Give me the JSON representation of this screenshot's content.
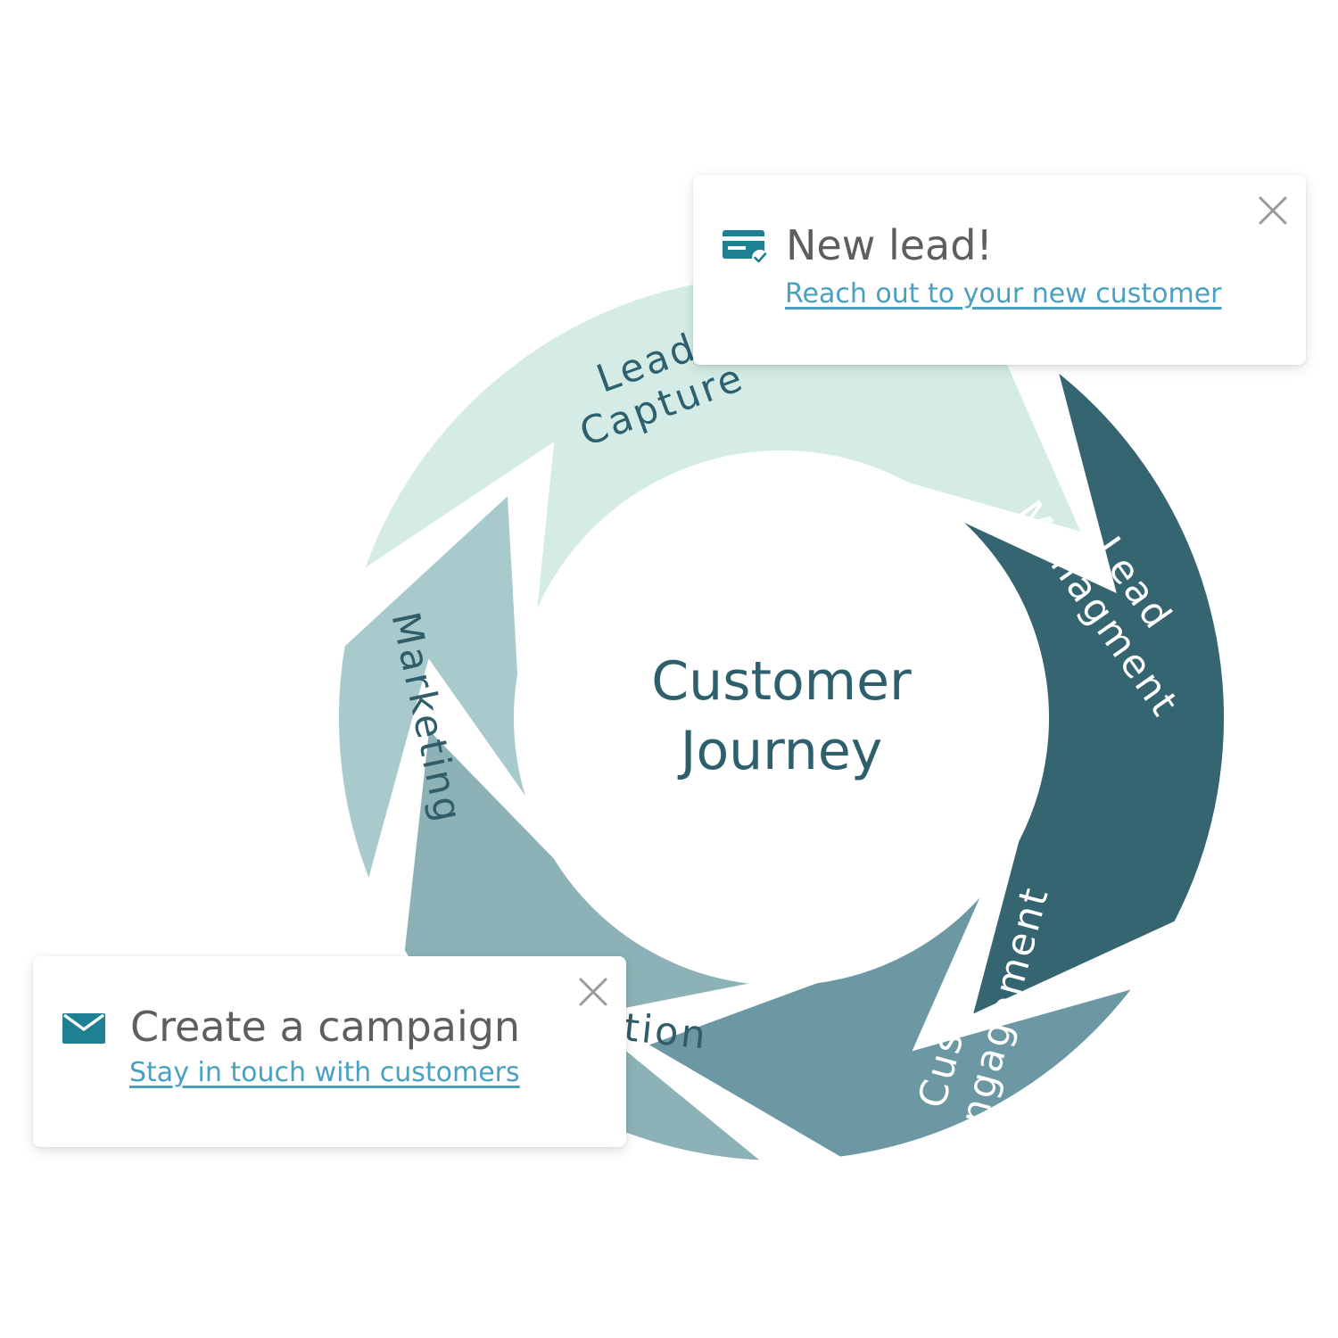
{
  "diagram": {
    "center": {
      "line1": "Customer",
      "line2": "Journey"
    },
    "segments": [
      {
        "id": "lead-capture",
        "lines": [
          "Lead",
          "Capture"
        ],
        "fill": "#d5ece6",
        "text_color": "#2e6170"
      },
      {
        "id": "lead-management",
        "lines": [
          "Lead",
          "Managment"
        ],
        "fill": "#356570",
        "text_color": "#ffffff"
      },
      {
        "id": "customer-engagement",
        "lines": [
          "Customer",
          "Engagement"
        ],
        "fill": "#6b98a3",
        "text_color": "#ffffff"
      },
      {
        "id": "retention",
        "lines": [
          "Retention"
        ],
        "fill": "#8cb2b7",
        "text_color": "#2f5d69"
      },
      {
        "id": "marketing",
        "lines": [
          "Marketing"
        ],
        "fill": "#a8cacc",
        "text_color": "#2f5d69"
      }
    ],
    "center_text_color": "#2e5f6c"
  },
  "notifications": {
    "new_lead": {
      "icon": "credit-card-check-icon",
      "title": "New lead!",
      "link": "Reach out to your new customer",
      "close_icon": "close-icon"
    },
    "campaign": {
      "icon": "envelope-icon",
      "title": "Create a campaign",
      "link": "Stay in touch with customers",
      "close_icon": "close-icon"
    }
  },
  "colors": {
    "accent": "#1f7f93",
    "link": "#4aa0c2",
    "close": "#9a9a9a"
  }
}
